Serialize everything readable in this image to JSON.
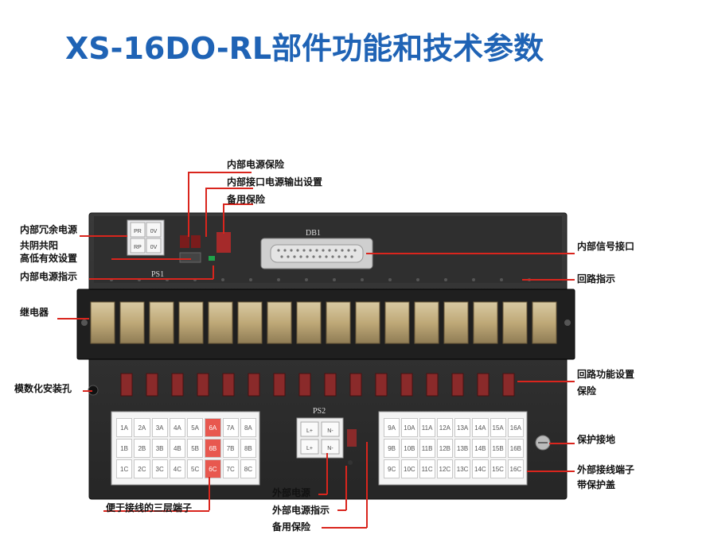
{
  "title": "XS-16DO-RL部件功能和技术参数",
  "labels": {
    "internal_power_fuse": "内部电源保险",
    "internal_iface_power_setting": "内部接口电源输出设置",
    "spare_fuse_top": "备用保险",
    "redundant_power": "内部冗余电源",
    "common_cathode_anode": "共阴共阳",
    "high_low_setting": "高低有效设置",
    "internal_power_indicator": "内部电源指示",
    "internal_signal_interface": "内部信号接口",
    "loop_indicator": "回路指示",
    "relay": "继电器",
    "modular_mount_hole": "模数化安装孔",
    "loop_function_setting": "回路功能设置",
    "fuse": "保险",
    "protective_ground": "保护接地",
    "external_terminal": "外部接线端子",
    "with_cover": "带保护盖",
    "three_layer_terminal": "便于接线的三层端子",
    "external_power": "外部电源",
    "external_power_indicator": "外部电源指示",
    "spare_fuse_bottom": "备用保险"
  },
  "board": {
    "db1": "DB1",
    "ps1": "PS1",
    "ps2": "PS2",
    "ps1_cells": [
      "PR",
      "0V",
      "RP",
      "0V"
    ],
    "ps2_cells": [
      "L+",
      "N-",
      "L+",
      "N-"
    ]
  },
  "terminals_left": [
    [
      "1A",
      "2A",
      "3A",
      "4A",
      "5A",
      "6A",
      "7A",
      "8A"
    ],
    [
      "1B",
      "2B",
      "3B",
      "4B",
      "5B",
      "6B",
      "7B",
      "8B"
    ],
    [
      "1C",
      "2C",
      "3C",
      "4C",
      "5C",
      "6C",
      "7C",
      "8C"
    ]
  ],
  "terminals_right": [
    [
      "9A",
      "10A",
      "11A",
      "12A",
      "13A",
      "14A",
      "15A",
      "16A"
    ],
    [
      "9B",
      "10B",
      "11B",
      "12B",
      "13B",
      "14B",
      "15B",
      "16B"
    ],
    [
      "9C",
      "10C",
      "11C",
      "12C",
      "13C",
      "14C",
      "15C",
      "16C"
    ]
  ],
  "colors": {
    "title": "#1f63b5",
    "callout": "#d9251d",
    "board": "#2b2b2b",
    "highlight": "#e8584f"
  }
}
